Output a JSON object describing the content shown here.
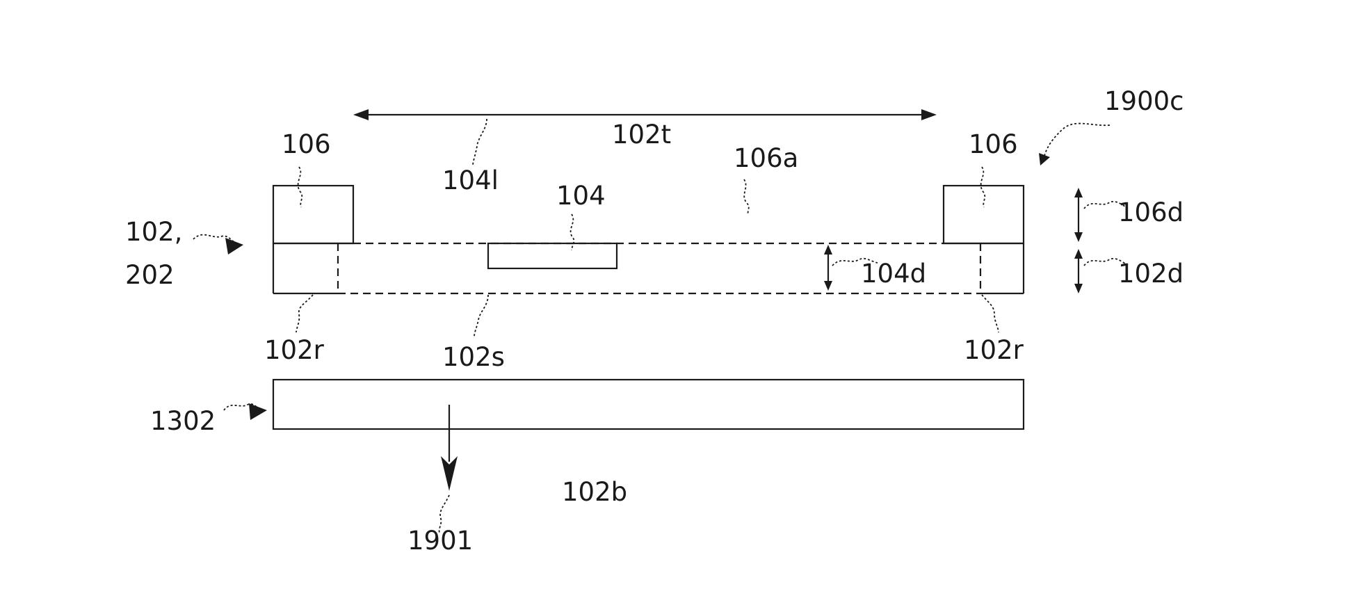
{
  "figure": {
    "labels": {
      "ref_1900c": "1900c",
      "ref_102t": "102t",
      "ref_106_left": "106",
      "ref_106_right": "106",
      "ref_104l": "104l",
      "ref_106a": "106a",
      "ref_104": "104",
      "ref_102_line1": "102,",
      "ref_202": "202",
      "ref_106d": "106d",
      "ref_102d": "102d",
      "ref_104d": "104d",
      "ref_102r_left": "102r",
      "ref_102r_right": "102r",
      "ref_102s": "102s",
      "ref_1302": "1302",
      "ref_102b": "102b",
      "ref_1901": "1901"
    }
  }
}
